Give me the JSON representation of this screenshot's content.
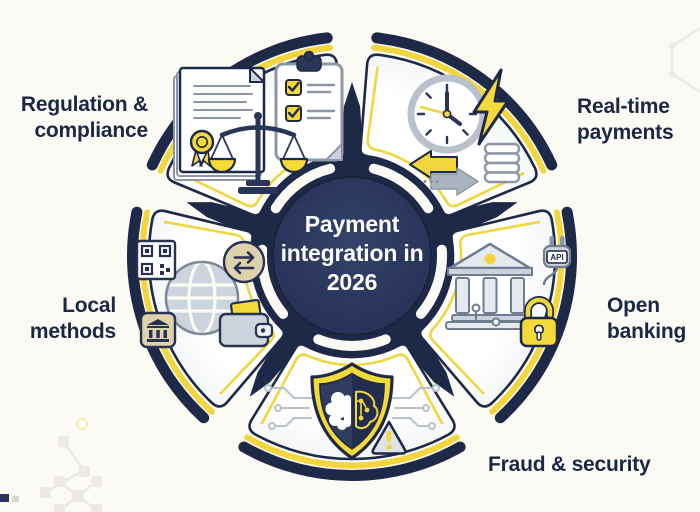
{
  "title": "Payment integration in 2026",
  "center": {
    "label": "Payment integration in 2026"
  },
  "colors": {
    "navy": "#1e2947",
    "navy_mid": "#2a3657",
    "yellow": "#f1d63d",
    "yellow_fill": "#f5d939",
    "cream": "#fbfaf4",
    "gray": "#b9c1cd",
    "gray_dark": "#7e899c",
    "tan": "#ddd2ab",
    "label_text": "#1c2745"
  },
  "wheel": {
    "segments": [
      {
        "id": "regulation-compliance",
        "label": "Regulation & compliance",
        "angle_center": 234,
        "icon": "documents-scales-clipboard"
      },
      {
        "id": "real-time-payments",
        "label": "Real-time payments",
        "angle_center": -54,
        "icon": "clock-lightning-coins"
      },
      {
        "id": "open-banking",
        "label": "Open banking",
        "angle_center": 18,
        "icon": "bank-api-plug-padlock"
      },
      {
        "id": "fraud-security",
        "label": "Fraud & security",
        "angle_center": 90,
        "icon": "shield-ai-brain-warning"
      },
      {
        "id": "local-methods",
        "label": "Local methods",
        "angle_center": 162,
        "icon": "globe-qr-exchange-bank-wallet"
      }
    ]
  },
  "icon_texts": {
    "api_label": "API"
  }
}
